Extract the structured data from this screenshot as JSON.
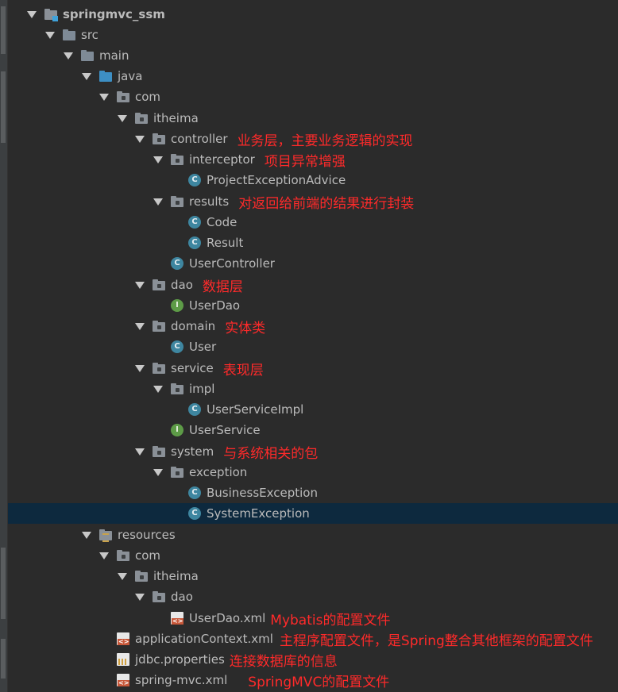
{
  "project_tree": {
    "root": {
      "label": "springmvc_ssm"
    },
    "src": {
      "label": "src"
    },
    "main": {
      "label": "main"
    },
    "java": {
      "label": "java"
    },
    "com": {
      "label": "com"
    },
    "itheima": {
      "label": "itheima"
    },
    "controller": {
      "label": "controller",
      "note": "业务层，主要业务逻辑的实现"
    },
    "interceptor": {
      "label": "interceptor",
      "note": "项目异常增强"
    },
    "project_exception_advice": {
      "label": "ProjectExceptionAdvice"
    },
    "results": {
      "label": "results",
      "note": "对返回给前端的结果进行封装"
    },
    "code": {
      "label": "Code"
    },
    "result": {
      "label": "Result"
    },
    "user_controller": {
      "label": "UserController"
    },
    "dao": {
      "label": "dao",
      "note": "数据层"
    },
    "user_dao": {
      "label": "UserDao"
    },
    "domain": {
      "label": "domain",
      "note": "实体类"
    },
    "user": {
      "label": "User"
    },
    "service": {
      "label": "service",
      "note": "表现层"
    },
    "impl": {
      "label": "impl"
    },
    "user_service_impl": {
      "label": "UserServiceImpl"
    },
    "user_service": {
      "label": "UserService"
    },
    "system": {
      "label": "system",
      "note": "与系统相关的包"
    },
    "exception": {
      "label": "exception"
    },
    "business_exception": {
      "label": "BusinessException"
    },
    "system_exception": {
      "label": "SystemException"
    },
    "resources": {
      "label": "resources"
    },
    "res_com": {
      "label": "com"
    },
    "res_itheima": {
      "label": "itheima"
    },
    "res_dao": {
      "label": "dao"
    },
    "user_dao_xml": {
      "label": "UserDao.xml",
      "note": "Mybatis的配置文件"
    },
    "application_context": {
      "label": "applicationContext.xml",
      "note": "主程序配置文件，是Spring整合其他框架的配置文件"
    },
    "jdbc_properties": {
      "label": "jdbc.properties",
      "note": "连接数据库的信息"
    },
    "spring_mvc": {
      "label": "spring-mvc.xml",
      "note": "SpringMVC的配置文件"
    }
  },
  "class_icon_letter": "C",
  "interface_icon_letter": "I",
  "colors": {
    "background": "#2b2b2b",
    "selected_row": "#0d293e",
    "annotation": "#ff2a2a",
    "class_icon": "#3e86a0",
    "interface_icon": "#5d9b47"
  }
}
